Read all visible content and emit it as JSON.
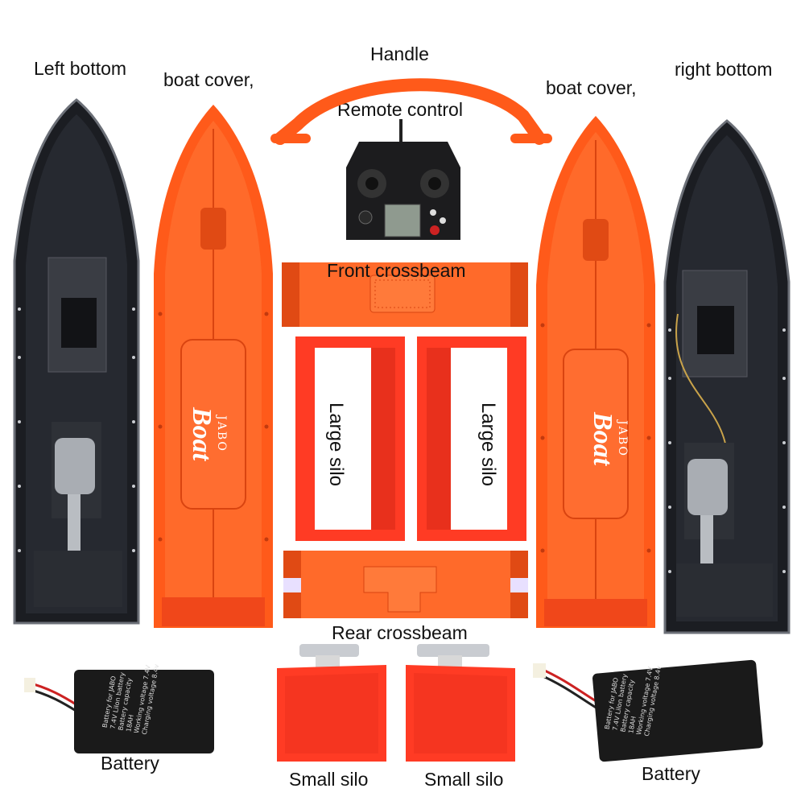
{
  "labels": {
    "left_bottom": "Left bottom",
    "boat_cover_left": "boat cover,",
    "handle": "Handle",
    "remote_control": "Remote control",
    "boat_cover_right": "boat cover,",
    "right_bottom": "right bottom",
    "front_crossbeam": "Front crossbeam",
    "large_silo_left": "Large silo",
    "large_silo_right": "Large silo",
    "rear_crossbeam": "Rear crossbeam",
    "battery_left": "Battery",
    "small_silo_left": "Small silo",
    "small_silo_right": "Small silo",
    "battery_right": "Battery"
  },
  "logo": {
    "brand": "JABO",
    "word": "Boat"
  },
  "battery_text": {
    "line1": "Battery for JABO",
    "line2": "7.4V LiIon battery",
    "line3": "Battery capacity 18AH",
    "line4": "Working voltage 7.4V",
    "line5": "Charging voltage 8.4v"
  },
  "colors": {
    "orange": "#ff5a1a",
    "orange_dark": "#d94410",
    "silo_red": "#ff3b24",
    "hull_black": "#1b1d22",
    "battery_black": "#1a1a1a"
  }
}
